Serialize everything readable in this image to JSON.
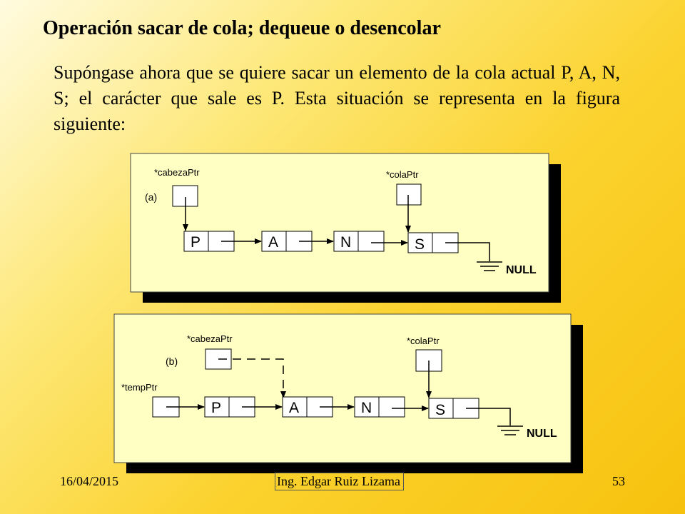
{
  "slide": {
    "title": "Operación sacar de cola; dequeue o desencolar",
    "paragraph": "Supóngase ahora que se quiere sacar un elemento de la cola actual P, A, N, S; el carácter que sale es P. Esta situación se representa en la figura siguiente:"
  },
  "diagram_a": {
    "tag": "(a)",
    "head_label": "*cabezaPtr",
    "tail_label": "*colaPtr",
    "nodes": [
      "P",
      "A",
      "N",
      "S"
    ],
    "null_label": "NULL"
  },
  "diagram_b": {
    "tag": "(b)",
    "head_label": "*cabezaPtr",
    "tail_label": "*colaPtr",
    "temp_label": "*tempPtr",
    "nodes": [
      "P",
      "A",
      "N",
      "S"
    ],
    "null_label": "NULL"
  },
  "footer": {
    "date": "16/04/2015",
    "author": "Ing. Edgar Ruiz Lizama",
    "page": "53"
  },
  "colors": {
    "panel_fill": "#ffffc4",
    "panel_shadow": "#000000"
  }
}
